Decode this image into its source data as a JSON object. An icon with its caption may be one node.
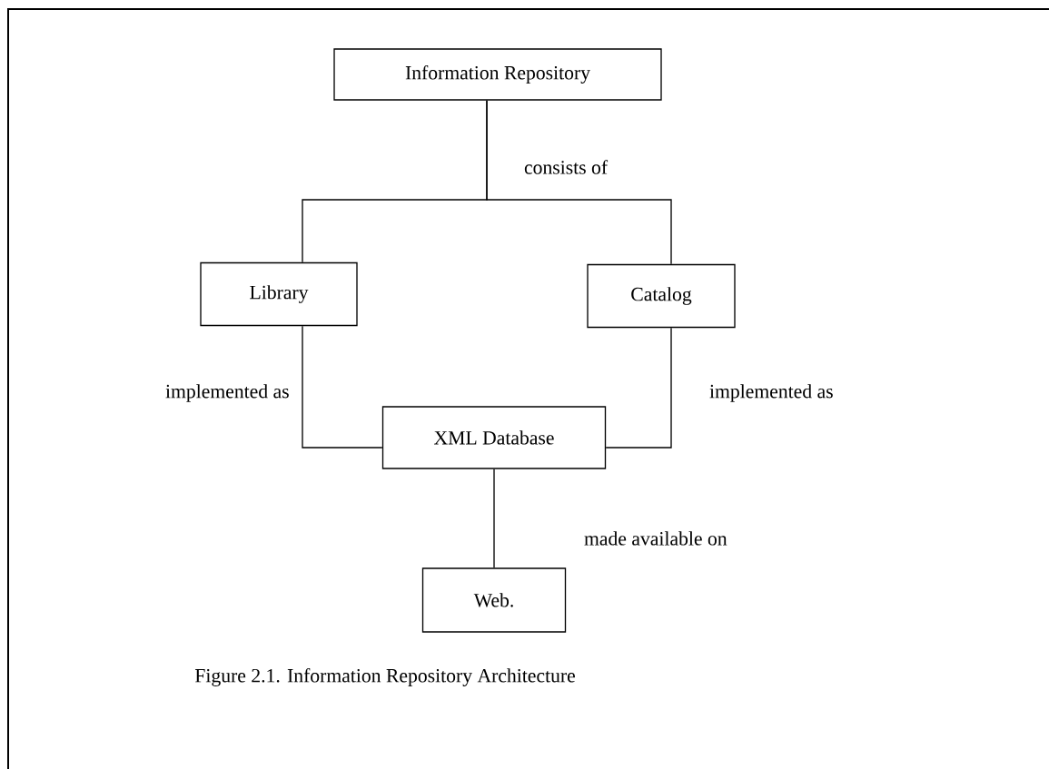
{
  "diagram": {
    "caption": "Figure 2.1. Information Repository Architecture",
    "nodes": [
      {
        "text": [
          "Information Repository"
        ]
      },
      {
        "text": [
          "Library"
        ]
      },
      {
        "text": [
          "Catalog"
        ]
      },
      {
        "text": [
          "XML Database"
        ]
      },
      {
        "text": [
          "Web."
        ]
      }
    ],
    "edges": [
      {
        "from": 0,
        "to": 1,
        "arrow": "none",
        "label": "consists of"
      },
      {
        "from": 0,
        "to": 2,
        "arrow": "none"
      },
      {
        "from": 1,
        "to": 3,
        "arrow": "none",
        "label": "implemented as"
      },
      {
        "from": 2,
        "to": 3,
        "arrow": "none",
        "label": "implemented as"
      },
      {
        "from": 3,
        "to": 4,
        "arrow": "none",
        "label": "made available on"
      }
    ]
  }
}
